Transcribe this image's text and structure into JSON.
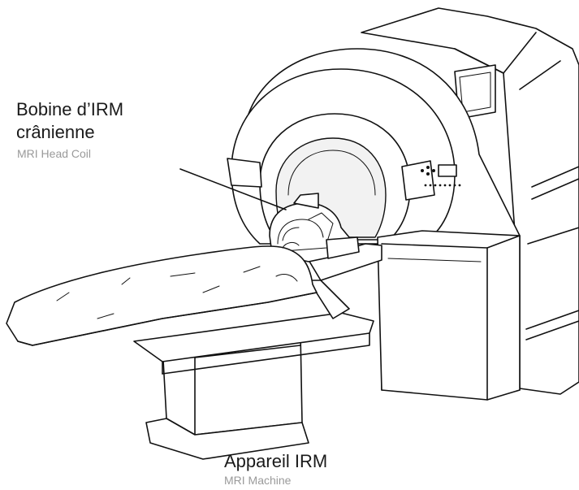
{
  "labels": {
    "head_coil": {
      "french_line1": "Bobine d’IRM",
      "french_line2": "crânienne",
      "english": "MRI Head Coil"
    },
    "mri_machine": {
      "french": "Appareil IRM",
      "english": "MRI Machine"
    }
  },
  "colors": {
    "primary_text": "#1a1a1a",
    "secondary_text": "#9a9a9a",
    "line_art": "#111111",
    "background": "#ffffff"
  }
}
